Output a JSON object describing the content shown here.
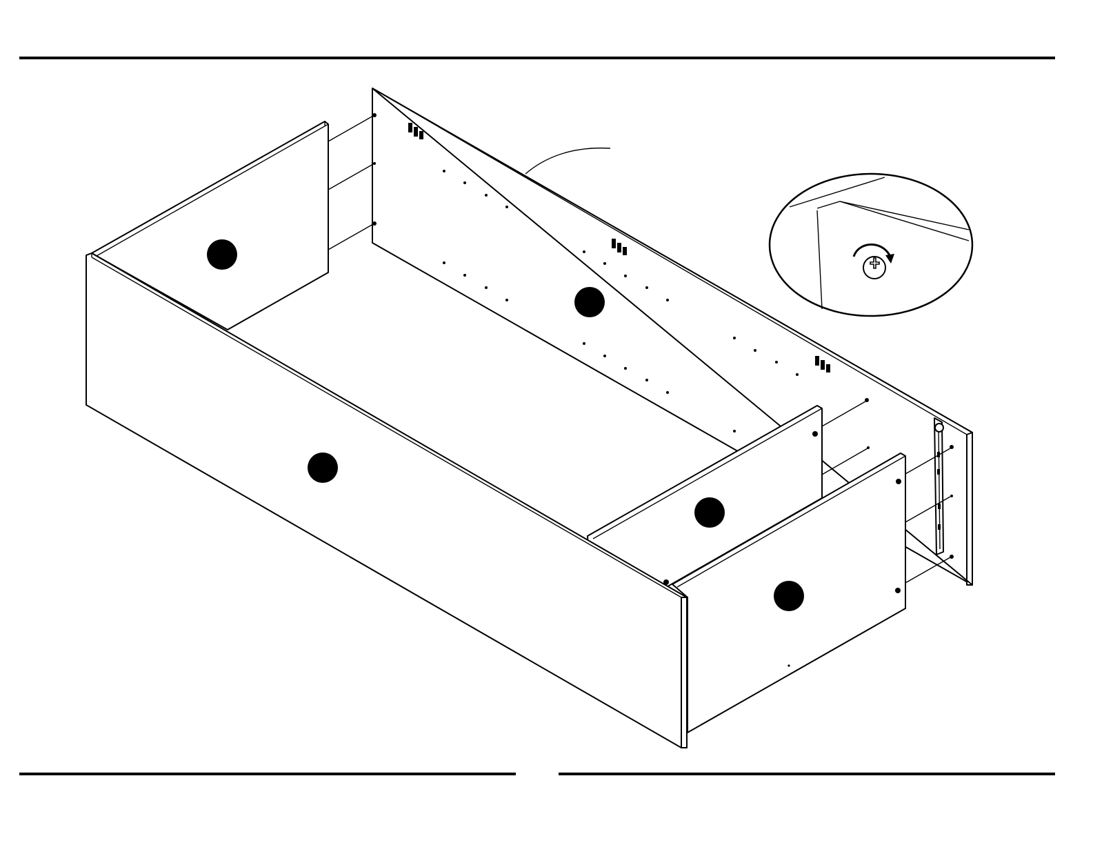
{
  "diagram": {
    "parts": [
      {
        "id": "left-side-panel",
        "marker": ""
      },
      {
        "id": "back-panel",
        "marker": ""
      },
      {
        "id": "front-panel",
        "marker": ""
      },
      {
        "id": "inner-divider-panel",
        "marker": ""
      },
      {
        "id": "right-side-panel",
        "marker": ""
      }
    ],
    "detail_callout": {
      "icon": "screwdriver-rotate-icon"
    },
    "colors": {
      "line": "#000000",
      "background": "#ffffff"
    }
  }
}
